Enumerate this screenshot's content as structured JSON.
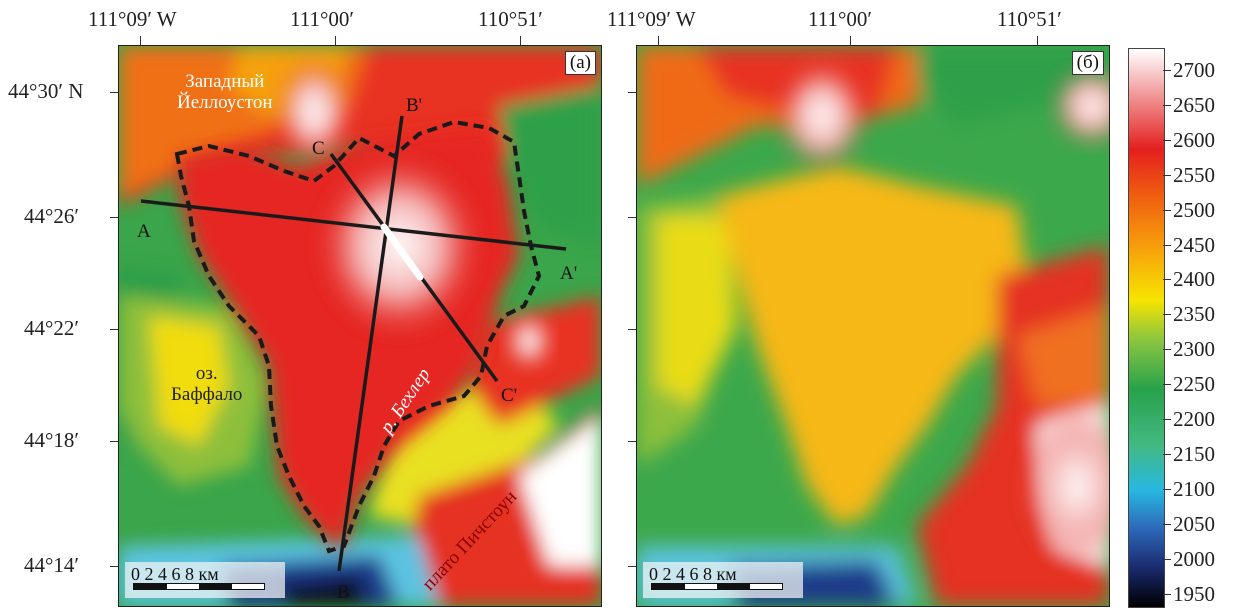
{
  "top_axis_labels": [
    "111°09′ W",
    "111°00′",
    "110°51′",
    "111°09′ W",
    "111°00′",
    "110°51′"
  ],
  "left_axis_labels": [
    "44°30′ N",
    "44°26′",
    "44°22′",
    "44°18′",
    "44°14′"
  ],
  "panels": {
    "a": {
      "tag": "(a)",
      "annotations": {
        "west_yellowstone_line1": "Западный",
        "west_yellowstone_line2": "Йеллоустон",
        "buffalo_line1": "оз.",
        "buffalo_line2": "Баффало",
        "river": "р. Бехлер",
        "plateau": "плато Пичстоун"
      },
      "profile_points": [
        "A",
        "A'",
        "B",
        "B'",
        "C",
        "C'"
      ]
    },
    "b": {
      "tag": "(б)"
    }
  },
  "scalebar": {
    "text": "0   2   4   6   8 км"
  },
  "colorbar": {
    "ticks": [
      "2700",
      "2650",
      "2600",
      "2550",
      "2500",
      "2450",
      "2400",
      "2350",
      "2300",
      "2250",
      "2200",
      "2150",
      "2100",
      "2050",
      "2000",
      "1950"
    ]
  },
  "colors": {
    "outline": "#1a1a1a",
    "profile": "#1a1a1a",
    "text_white": "#ffffff",
    "text_dark": "#222222",
    "text_red": "#8b0000"
  }
}
